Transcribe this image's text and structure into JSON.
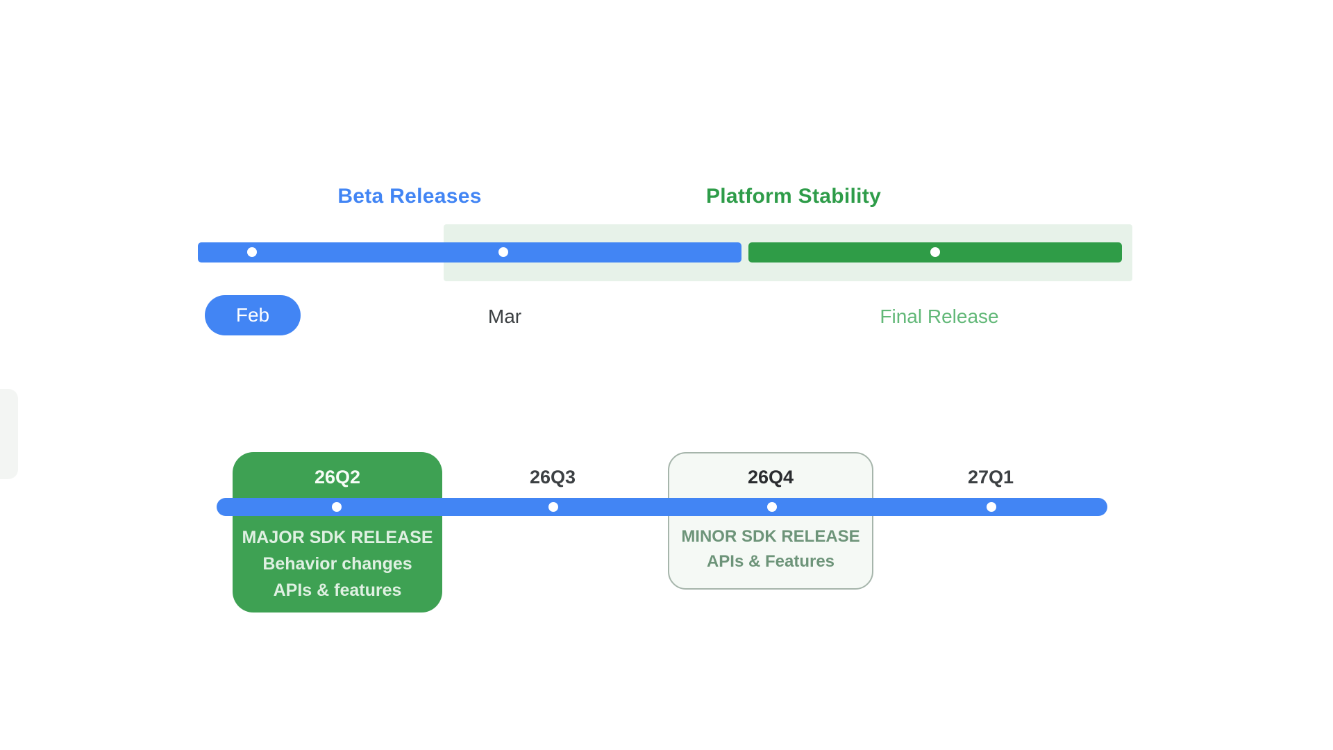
{
  "diagram": {
    "top": {
      "beta_label": "Beta Releases",
      "stability_label": "Platform Stability",
      "milestones": {
        "feb": "Feb",
        "mar": "Mar",
        "final": "Final Release"
      }
    },
    "bottom": {
      "quarters": {
        "q26q2": "26Q2",
        "q26q3": "26Q3",
        "q26q4": "26Q4",
        "q27q1": "27Q1"
      },
      "major_card": {
        "line1": "MAJOR SDK RELEASE",
        "line2": "Behavior changes",
        "line3": "APIs & features"
      },
      "minor_card": {
        "line1": "MINOR SDK RELEASE",
        "line2": "APIs & Features"
      }
    },
    "colors": {
      "blue": "#4285F4",
      "green_bar": "#2F9C47",
      "green_card": "#3EA153",
      "light_green_panel": "#E7F2E9",
      "green_heading_text": "#2E9C49",
      "light_green_text": "#62B878",
      "dark_text": "#3C4043",
      "sage_text": "#6D9479",
      "minor_card_bg": "#F5F9F5",
      "minor_card_border": "#A6B5AB"
    }
  }
}
